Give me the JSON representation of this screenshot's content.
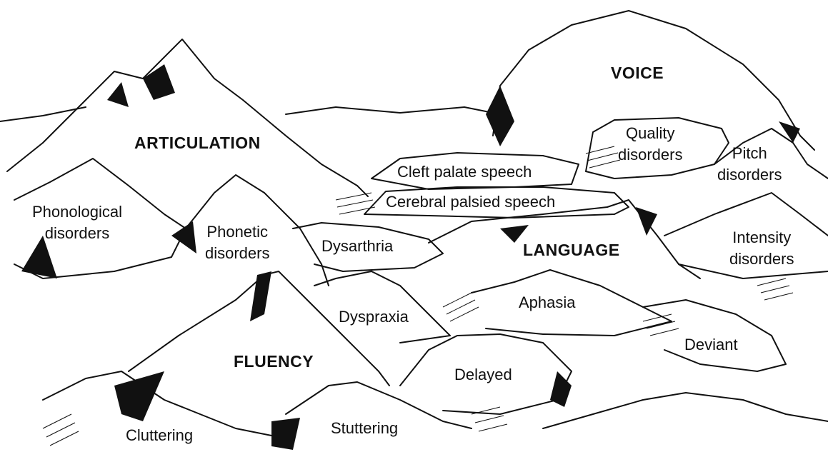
{
  "colors": {
    "ink": "#111111",
    "paper": "#ffffff"
  },
  "major": {
    "articulation": "ARTICULATION",
    "voice": "VOICE",
    "language": "LANGUAGE",
    "fluency": "FLUENCY"
  },
  "minor": {
    "phonological_1": "Phonological",
    "phonological_2": "disorders",
    "phonetic_1": "Phonetic",
    "phonetic_2": "disorders",
    "cleft": "Cleft palate speech",
    "cerebral": "Cerebral palsied speech",
    "dysarthria": "Dysarthria",
    "quality_1": "Quality",
    "quality_2": "disorders",
    "pitch_1": "Pitch",
    "pitch_2": "disorders",
    "intensity_1": "Intensity",
    "intensity_2": "disorders",
    "aphasia": "Aphasia",
    "dyspraxia": "Dyspraxia",
    "deviant": "Deviant",
    "delayed": "Delayed",
    "cluttering": "Cluttering",
    "stuttering": "Stuttering"
  }
}
